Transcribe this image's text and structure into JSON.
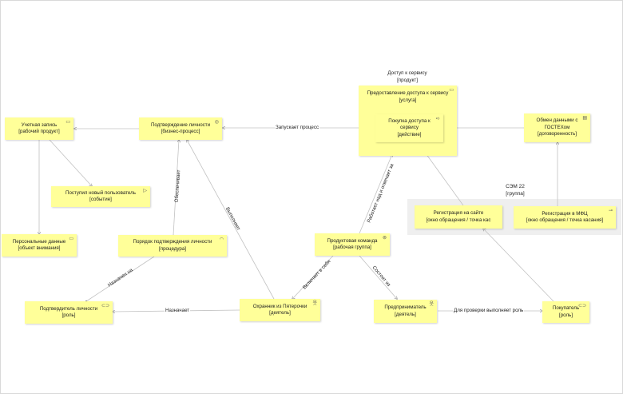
{
  "group": {
    "title": "СЭМ 22",
    "stereotype": "[группа]"
  },
  "inner_service": {
    "title": "Доступ к сервису",
    "stereotype": "[продукт]"
  },
  "nodes": {
    "account": {
      "name": "Учетная запись",
      "type": "[рабочий продукт]"
    },
    "identity_process": {
      "name": "Подтверждение личности",
      "type": "[бизнес-процесс]"
    },
    "service_access": {
      "name": "Предоставление доступа к сервису",
      "type": "[услуга]"
    },
    "purchase": {
      "name": "Покупка доступа к сервису",
      "type": "[действие]"
    },
    "gost_exchange": {
      "name": "Обмен данными с ГОСТЕХом",
      "type": "[договоренность]"
    },
    "new_user": {
      "name": "Поступил новый пользователь",
      "type": "[событие]"
    },
    "personal_data": {
      "name": "Персональные данные",
      "type": "[объект внимания]"
    },
    "confirm_order": {
      "name": "Порядок подтверждения личности",
      "type": "[процедура]"
    },
    "product_team": {
      "name": "Продуктовая команда",
      "type": "[рабочая группа]"
    },
    "site_reg": {
      "name": "Регистрация на сайте",
      "type": "[окно обращения / точка кас"
    },
    "mfc_reg": {
      "name": "Регистрация в МФЦ",
      "type": "[окно обращения / точка касания]"
    },
    "confirmer": {
      "name": "Подтвердитель личности",
      "type": "[роль]"
    },
    "guard": {
      "name": "Охранник из Пятерочки",
      "type": "[деятель]"
    },
    "entrepreneur": {
      "name": "Предприниматель",
      "type": "[деятель]"
    },
    "buyer": {
      "name": "Покупатель",
      "type": "[роль]"
    }
  },
  "edges": {
    "launches": "Запускает процесс",
    "provides": "Обеспечивает",
    "performs": "Выполняет",
    "appointed": "Назначен на",
    "appoints": "Назначает",
    "includes": "Включает в себя",
    "works_on": "Работает над и отвечает за",
    "consists": "Состоит из",
    "for_check": "Для проверки выполняет роль"
  }
}
